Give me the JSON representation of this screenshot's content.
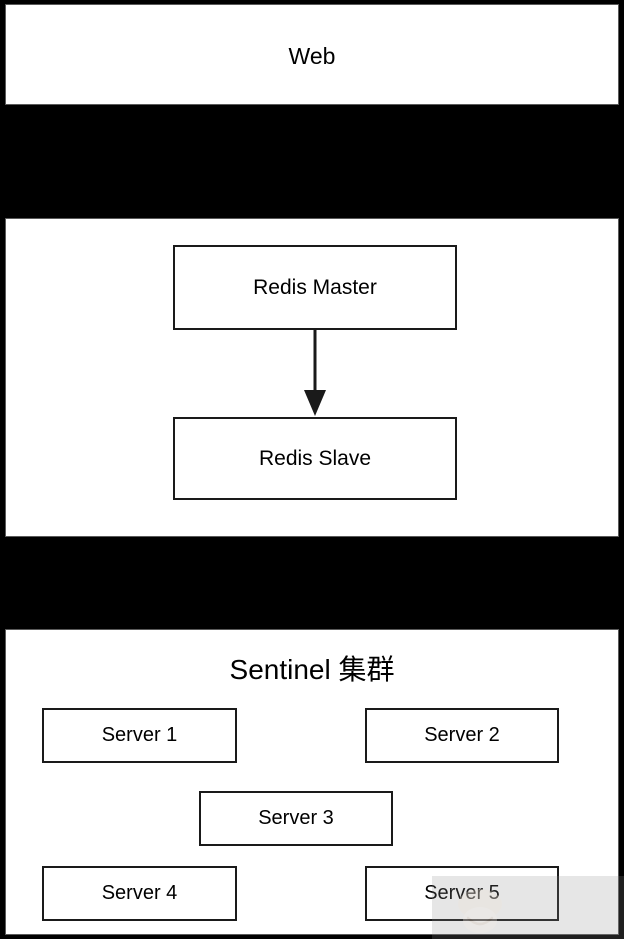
{
  "diagram": {
    "type": "architecture-diagram",
    "background_color": "#000000",
    "panel_background": "#ffffff",
    "stroke_color": "#1a1a1a",
    "sections": [
      {
        "id": "web",
        "title": "Web"
      },
      {
        "id": "redis",
        "nodes": [
          {
            "id": "redis-master",
            "label": "Redis Master"
          },
          {
            "id": "redis-slave",
            "label": "Redis Slave"
          }
        ],
        "edges": [
          {
            "from": "redis-master",
            "to": "redis-slave",
            "style": "solid",
            "arrow": "filled-triangle"
          }
        ]
      },
      {
        "id": "sentinel",
        "title": "Sentinel 集群",
        "nodes": [
          {
            "id": "server-1",
            "label": "Server 1"
          },
          {
            "id": "server-2",
            "label": "Server 2"
          },
          {
            "id": "server-3",
            "label": "Server 3"
          },
          {
            "id": "server-4",
            "label": "Server 4"
          },
          {
            "id": "server-5",
            "label": "Server 5"
          }
        ]
      }
    ]
  },
  "watermark": {
    "overlay_color": "#8c8c8c",
    "logo_color": "#efe4d8"
  }
}
